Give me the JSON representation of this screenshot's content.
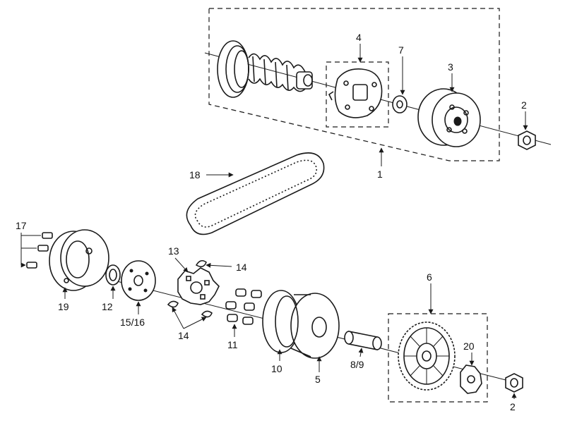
{
  "callouts": {
    "c1": "1",
    "c2a": "2",
    "c2b": "2",
    "c3": "3",
    "c4": "4",
    "c5": "5",
    "c6": "6",
    "c7": "7",
    "c8_9": "8/9",
    "c10": "10",
    "c11": "11",
    "c12": "12",
    "c13": "13",
    "c14a": "14",
    "c14b": "14",
    "c15_16": "15/16",
    "c17": "17",
    "c18": "18",
    "c19": "19",
    "c20": "20"
  },
  "colors": {
    "line": "#1a1a1a",
    "background": "#ffffff"
  }
}
